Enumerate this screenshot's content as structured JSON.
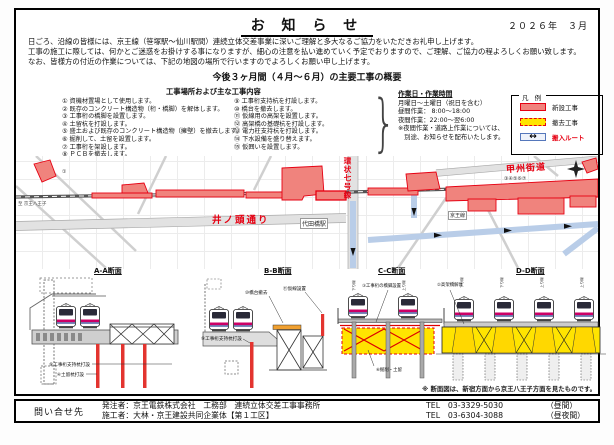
{
  "doc": {
    "title": "お 知 ら せ",
    "date": "２０２６年　３月",
    "greeting_lines": [
      "日ごろ、沿線の皆様には、京王線（笹塚駅～仙川駅間）連続立体交差事業に深いご理解と多大なるご協力をいただきお礼申し上げます。",
      "工事の施工に際しては、何かとご迷惑をお掛けする事になりますが、細心の注意を払い進めていく予定でおりますので、ご理解、ご協力の程よろしくお願い致します。",
      "なお、皆様方の付近の作業については、下記の地図の場所で行いますのでよろしくお願い申し上げます。"
    ],
    "summary_title": "今後３ヶ月間（４月～６月）の主要工事の概要"
  },
  "works": {
    "heading": "工事場所および主な工事内容",
    "col1": [
      "① 資機材置場として使用します。",
      "② 既存のコンクリート構造物（桁・橋脚）を解体します。",
      "③ 工事桁の橋脚を設置します。",
      "④ 土留杭を打設します。",
      "⑤ 盛土および既存のコンクリート構造物（擁壁）を撤去します。",
      "⑥ 掘削して、土留を設置します。",
      "⑦ 工事桁を架設します。",
      "⑧ ＰＣＢを撤去します。"
    ],
    "col2": [
      "⑨ 工事桁支持杭を打設します。",
      "⑩ 橋台を撤去します。",
      "⑪ 仮線用の高架を設置します。",
      "⑫ 高架橋の基礎杭を打設します。",
      "⑬ 電力柱支持杭を打設します。",
      "⑭ 下水設備を盛り替えます。",
      "⑮ 仮囲いを設置します。"
    ],
    "brace": "}"
  },
  "schedule": {
    "title": "作業日・作業時間",
    "lines": [
      "月曜日～土曜日（祝日を含む）",
      "昼間作業： 8:00～18:00",
      "夜間作業：22:00～翌6:00",
      "※夜間作業・道路上作業については、",
      "　別途、お知らせを配布いたします。"
    ]
  },
  "legend": {
    "title": "凡 例",
    "new_label": "新設工事",
    "remove_label": "撤去工事",
    "route_label": "搬入ルート",
    "route_arrow_icon": "↔",
    "colors": {
      "new_fill": "#f0837d",
      "remove_fill": "#ffe400",
      "accent_red": "#e60012",
      "route_blue": "#b9cde8"
    }
  },
  "map": {
    "road_inokashira": "井ノ頭通り",
    "road_kanjo7": "環状七号線",
    "road_koshu": "甲州街道",
    "station_daitabashi": "代田橋駅",
    "line_keio": "京王線",
    "direction_left": "至 京王八王子",
    "annotation_left": "①",
    "annotation_center": "③④⑤⑥⑦"
  },
  "sections": {
    "a": {
      "title": "A-A断面",
      "label_pile": "⑨工事桁支持杭打設",
      "label_earth": "④土留杭打設"
    },
    "b": {
      "title": "B-B断面",
      "label_abutment": "⑩橋台撤去",
      "label_temp": "⑪仮線設置",
      "label_pile": "⑨工事桁支持杭打設"
    },
    "c": {
      "title": "C-C断面",
      "label_pier": "③工事桁の橋脚設置",
      "label_dig": "⑥掘削・土留",
      "track_left": "下り線",
      "track_right": "上り線"
    },
    "d": {
      "title": "D-D断面",
      "label_demolish": "②高架橋解体",
      "tracks": [
        "下り線",
        "下り線",
        "上り線",
        "上り線"
      ]
    },
    "note": "※ 断面図は、新宿方面から京王八王子方面を見たものです。"
  },
  "contact": {
    "heading": "問い合せ先",
    "rows": [
      {
        "role": "発注者：京王電鉄株式会社　工務部　連続立体交差工事事務所",
        "tel": "TEL　03-3329-5030",
        "time": "（昼間）"
      },
      {
        "role": "施工者：大林・京王建設共同企業体【第１工区】",
        "tel": "TEL　03-6304-3088",
        "time": "（昼夜間）"
      }
    ]
  }
}
